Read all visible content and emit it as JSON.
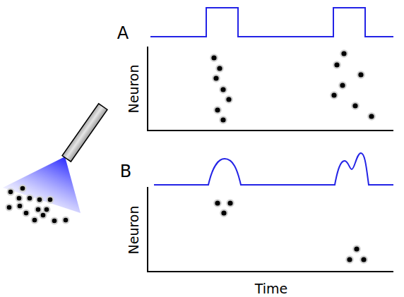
{
  "diagram": {
    "labels": [
      "A",
      "Neuron",
      "B",
      "Neuron",
      "Time"
    ]
  }
}
